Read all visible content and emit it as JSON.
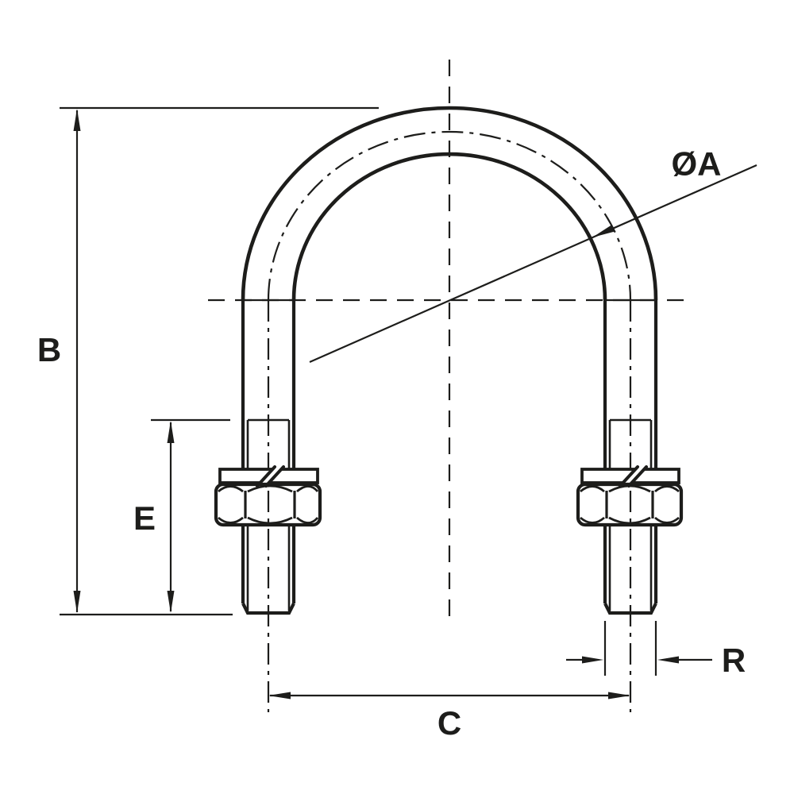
{
  "drawing": {
    "kind": "u-bolt technical line drawing",
    "labels": {
      "diameter": "ØA",
      "overall_height": "B",
      "thread_length": "E",
      "center_distance": "C",
      "rod_diameter": "R"
    },
    "colors": {
      "line": "#1d1d1b",
      "background": "#ffffff"
    }
  }
}
